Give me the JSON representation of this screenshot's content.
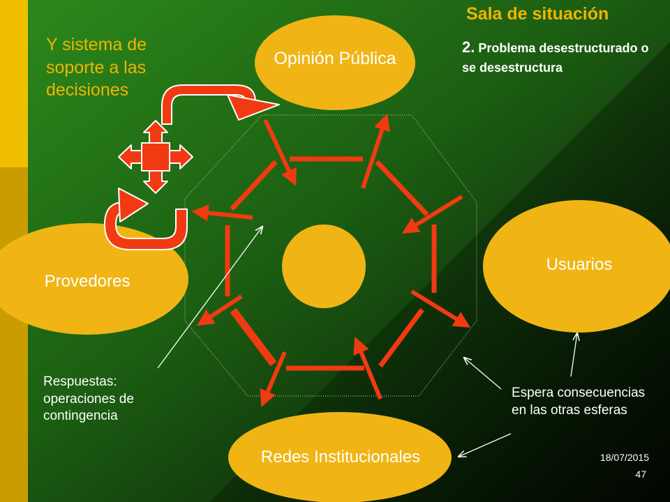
{
  "title": "Sala de situación",
  "subtitle": {
    "number": "2.",
    "text": "Problema desestructurado o se desestructura"
  },
  "support_text": "Y sistema de soporte a las decisiones",
  "spheres": {
    "opinion": "Opinión Pública",
    "usuarios": "Usuarios",
    "provedores": "Provedores",
    "redes": "Redes Institucionales"
  },
  "notes": {
    "respuestas": "Respuestas: operaciones de contingencia",
    "espera": "Espera consecuencias en las otras esferas"
  },
  "footer": {
    "date": "18/07/2015",
    "page": "47"
  },
  "colors": {
    "background_dark": "#0b1a05",
    "background_green": "#1f6b14",
    "sidebar_gold": "#c9a000",
    "oval_fill": "#f0b514",
    "arrow_red": "#f23a12",
    "title_gold": "#f2b400"
  },
  "icons": [
    "curved-arrow-icon",
    "four-way-arrow-icon",
    "u-turn-arrow-icon"
  ]
}
